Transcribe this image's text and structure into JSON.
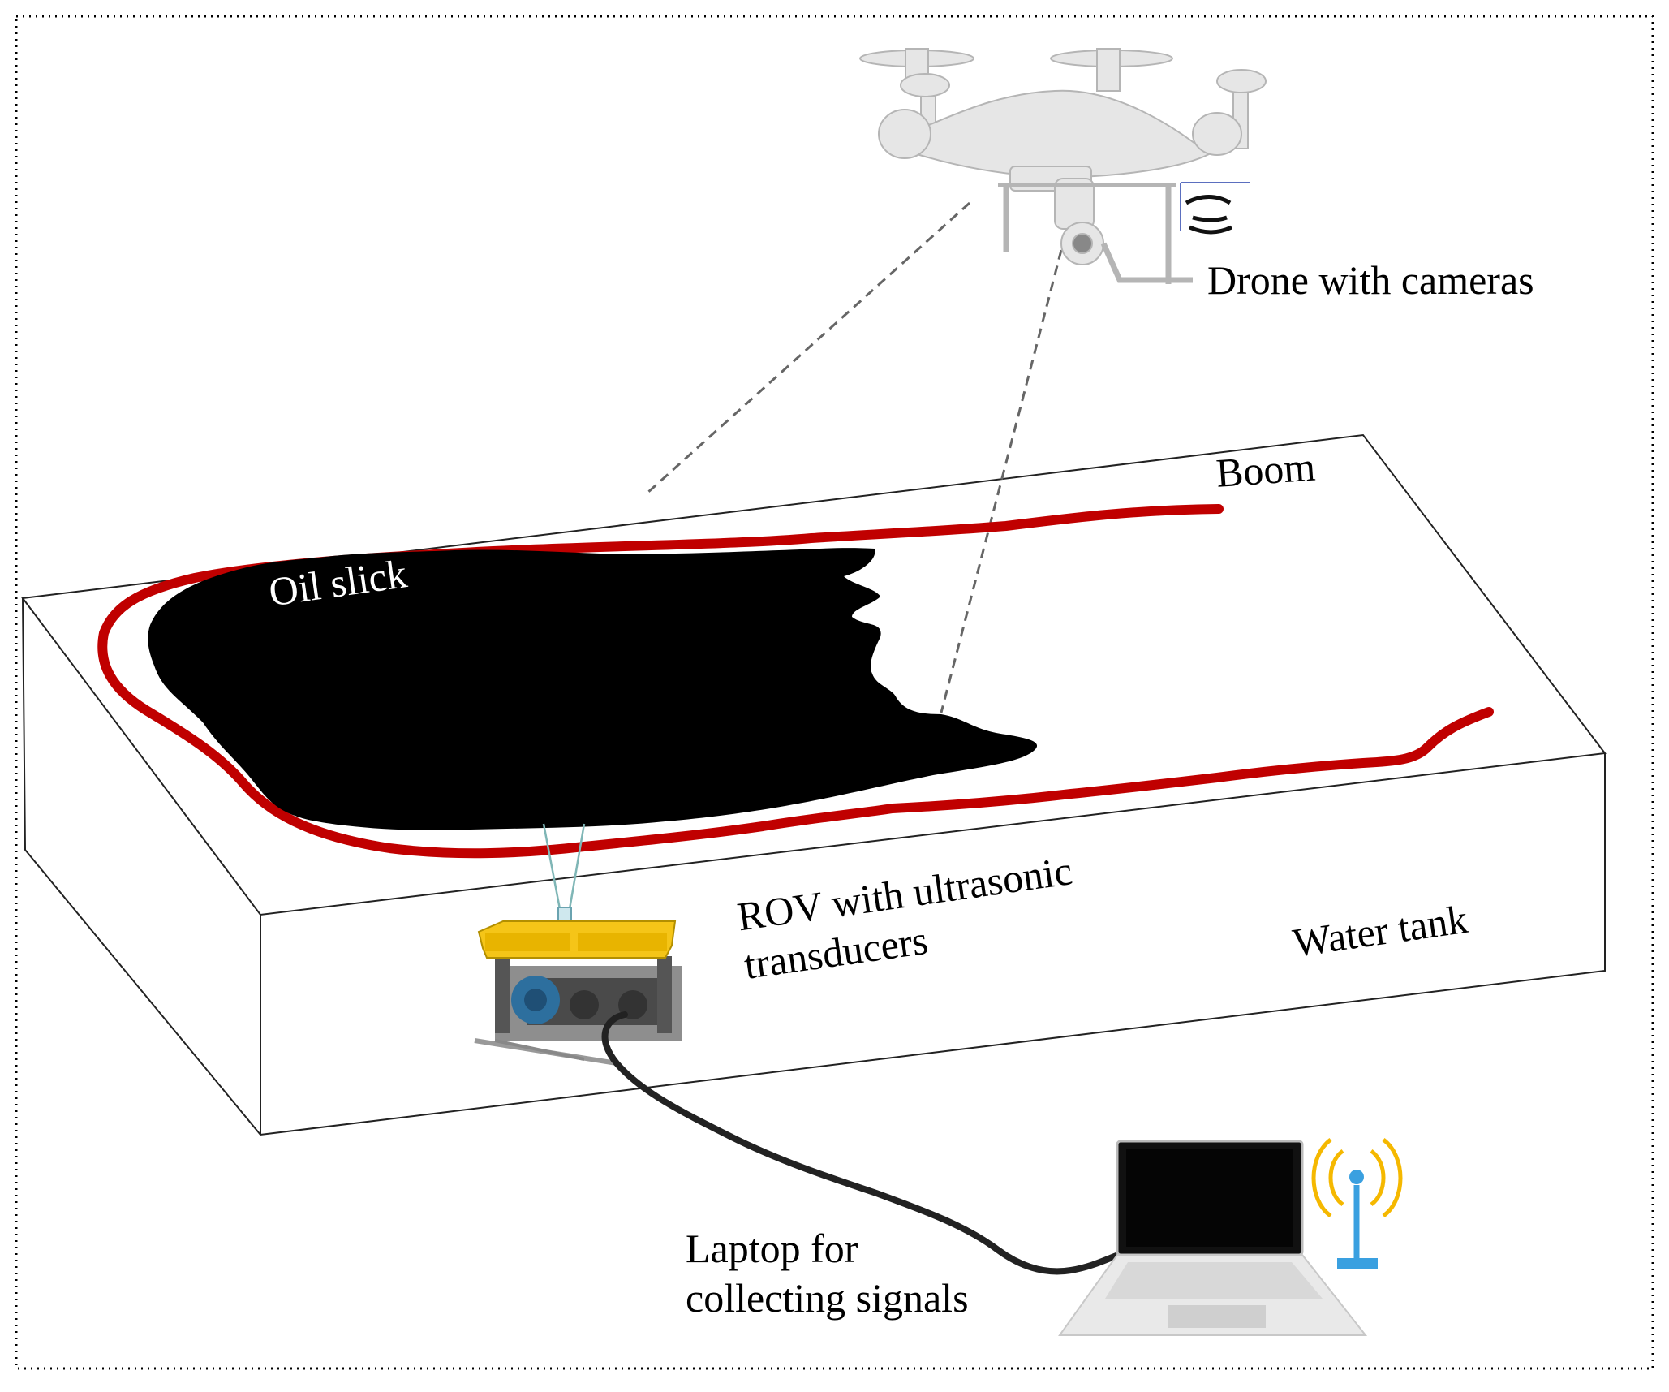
{
  "labels": {
    "drone": "Drone with cameras",
    "boom": "Boom",
    "oil_slick": "Oil slick",
    "rov_line1": "ROV with ultrasonic",
    "rov_line2": "transducers",
    "water_tank": "Water tank",
    "laptop_line1": "Laptop for",
    "laptop_line2": "collecting signals"
  },
  "colors": {
    "boom": "#c00000",
    "oil": "#000000",
    "rov_body": "#f5c518",
    "wifi": "#f5b800",
    "antenna": "#3aa0e0",
    "drone": "#e6e6e6"
  },
  "icons": {
    "drone": "quadcopter-drone-icon",
    "signal": "wireless-signal-icon",
    "rov": "underwater-rov-icon",
    "laptop": "laptop-icon",
    "antenna": "antenna-icon"
  }
}
